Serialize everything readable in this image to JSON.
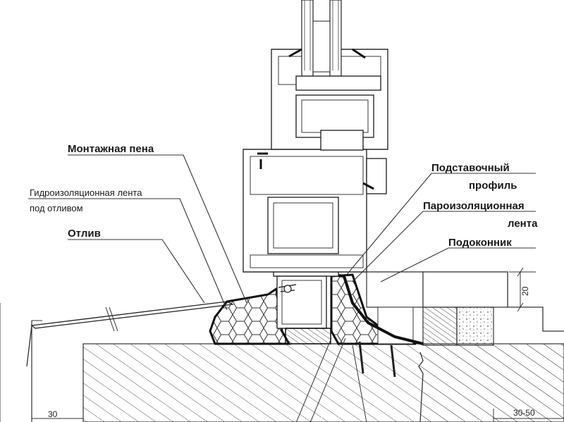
{
  "labels": {
    "foam": "Монтажная пена",
    "waterproof_tape_line1": "Гидроизоляционная лента",
    "waterproof_tape_line2": "под отливом",
    "drip": "Отлив",
    "stand_profile_line1": "Подставочный",
    "stand_profile_line2": "профиль",
    "vapour_tape_line1": "Пароизоляционная",
    "vapour_tape_line2": "лента",
    "sill": "Подоконник"
  },
  "dimensions": {
    "sill_height": "20",
    "left_bottom": "30",
    "right_bottom": "30-50"
  },
  "colors": {
    "line": "#333333",
    "fill_dark": "#1a1a1a",
    "hatch": "#555555"
  }
}
